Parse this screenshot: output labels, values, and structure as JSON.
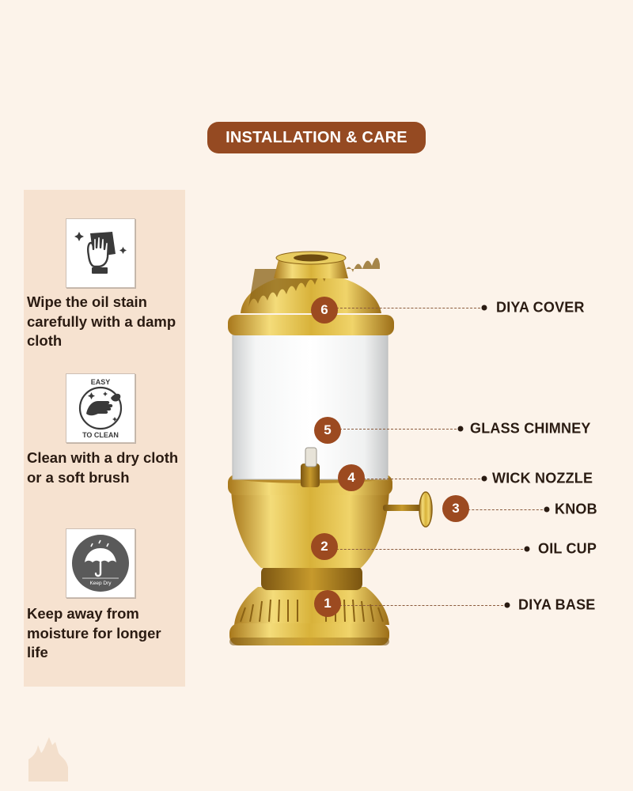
{
  "title": "INSTALLATION & CARE",
  "care": [
    {
      "icon": "hand-wipe-cloth-icon",
      "text": "Wipe the oil stain carefully with a damp cloth"
    },
    {
      "icon": "easy-to-clean-icon",
      "badge_top": "EASY",
      "badge_bottom": "TO CLEAN",
      "text": "Clean with a dry cloth or a soft brush"
    },
    {
      "icon": "keep-dry-umbrella-icon",
      "badge": "Keep Dry",
      "text": "Keep away from moisture for longer life"
    }
  ],
  "parts": [
    {
      "num": "6",
      "label": "DIYA COVER"
    },
    {
      "num": "5",
      "label": "GLASS CHIMNEY"
    },
    {
      "num": "4",
      "label": "WICK NOZZLE"
    },
    {
      "num": "3",
      "label": "KNOB"
    },
    {
      "num": "2",
      "label": "OIL CUP"
    },
    {
      "num": "1",
      "label": "DIYA BASE"
    }
  ],
  "colors": {
    "background": "#fcf3ea",
    "panel": "#f6e2d0",
    "accent": "#954a22",
    "brass": "#d8b23a"
  }
}
